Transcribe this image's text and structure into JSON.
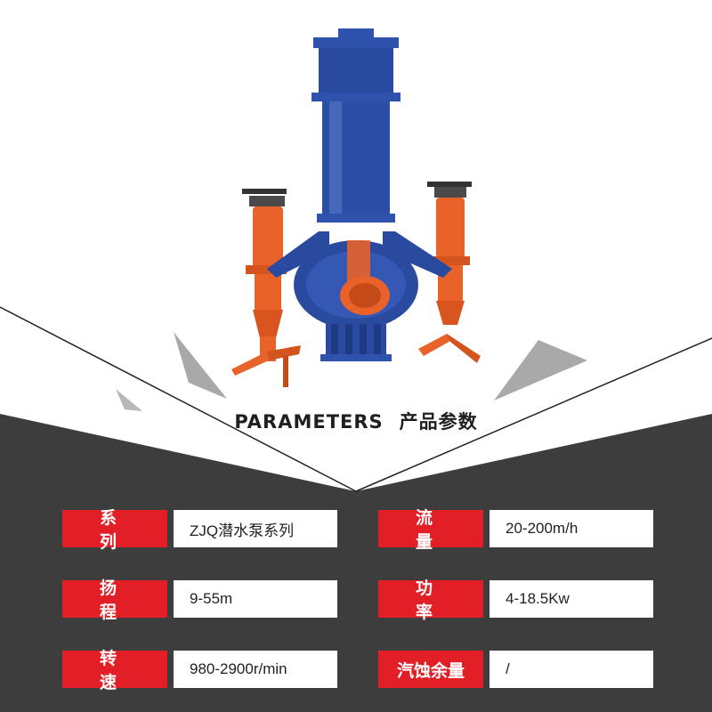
{
  "title": {
    "en": "PARAMETERS",
    "cn": "产品参数"
  },
  "colors": {
    "dark_bg": "#3d3d3d",
    "label_red": "#e21f26",
    "pump_blue": "#2a4aa0",
    "pump_orange": "#e8622a"
  },
  "params": [
    {
      "label": "系  列",
      "value": "ZJQ潜水泵系列"
    },
    {
      "label": "流  量",
      "value": "20-200m/h"
    },
    {
      "label": "扬  程",
      "value": "9-55m"
    },
    {
      "label": "功  率",
      "value": "4-18.5Kw"
    },
    {
      "label": "转  速",
      "value": "980-2900r/min"
    },
    {
      "label": "汽蚀余量",
      "value": "/"
    }
  ]
}
